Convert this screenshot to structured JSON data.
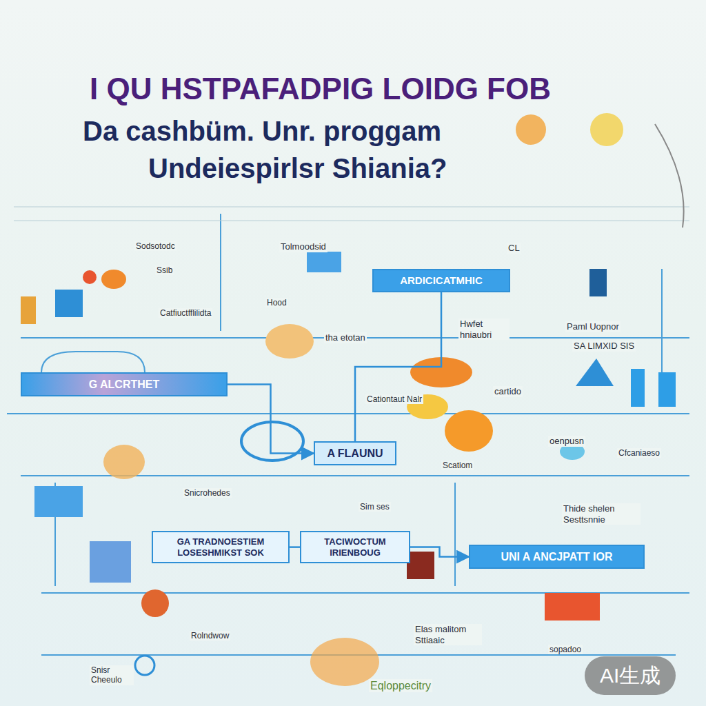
{
  "diagram": {
    "title": "I QU HSTPAFADPIG LOIDG FOB",
    "nodes": [
      {
        "text": [
          "ARDICICATMHIC"
        ]
      },
      {
        "text": [
          "G ALCRTHET"
        ]
      },
      {
        "text": [
          "A FLAUNU"
        ]
      },
      {
        "text": [
          "GA TRADNOESTIEM LOSESHMIKST SOK"
        ]
      },
      {
        "text": [
          "TACIWOCTUM IRIENBOUG"
        ]
      },
      {
        "text": [
          "UNI A ANCJPATT IOR"
        ]
      }
    ],
    "edges": [
      {
        "from": 1,
        "to": 2,
        "arrow": "to"
      },
      {
        "from": 2,
        "to": 0,
        "arrow": "none"
      },
      {
        "from": 3,
        "to": 4,
        "arrow": "none"
      },
      {
        "from": 4,
        "to": 5,
        "arrow": "to"
      }
    ],
    "labels": [
      "Da cashbüm. Unr. proggam",
      "Undeiespirlsr Shiania?",
      "Sodsotodc",
      "Ssib",
      "Tolmoodsid",
      "CL",
      "Hood",
      "Catfiuctfflilidta",
      "tha etotan",
      "Hwfet hniaubri",
      "Paml Uopnor",
      "SA LIMXID SIS",
      "Cationtaut Nalr",
      "cartido",
      "oenpusn",
      "Scatiom",
      "Snicrohedes",
      "Sim ses",
      "Cfcaniaeso",
      "Thide shelen Sesttsnnie",
      "Elas malitom Sttiaaic",
      "sopadoo",
      "Rolndwow",
      "Snisr Cheeulo",
      "Eqloppecitry",
      "AI生成"
    ]
  }
}
